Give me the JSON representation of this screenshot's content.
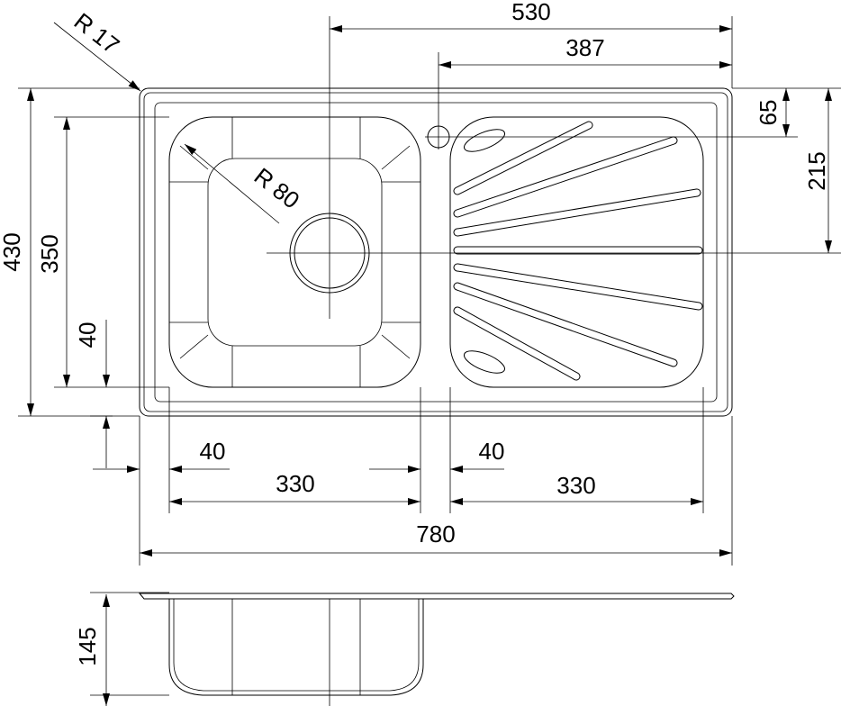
{
  "dimensions": {
    "overall_length": "780",
    "width_530": "530",
    "drainer_387": "387",
    "overall_depth": "430",
    "bowl_depth": "350",
    "bowl_offset_bottom": "40",
    "tap_hole_65": "65",
    "waste_215": "215",
    "corner_radius": "R 17",
    "bowl_radius": "R 80",
    "bowl_offset_left": "40",
    "bowl_width": "330",
    "drainer_offset": "40",
    "drainer_width": "330",
    "bowl_height": "145"
  }
}
